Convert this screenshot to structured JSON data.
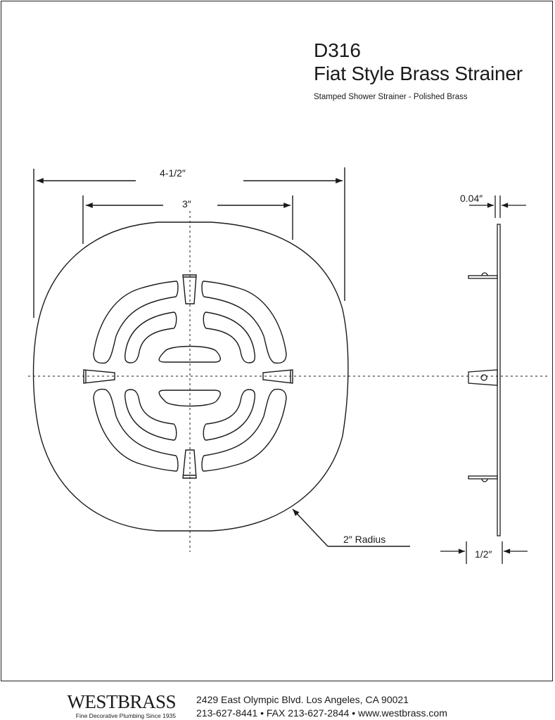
{
  "header": {
    "model": "D316",
    "product_name": "Fiat Style Brass Strainer",
    "subtitle": "Stamped Shower Strainer - Polished Brass"
  },
  "dimensions": {
    "overall_width": "4-1/2″",
    "inner_width": "3″",
    "thickness": "0.04″",
    "depth": "1/2″",
    "corner_radius": "2″ Radius"
  },
  "views": {
    "front": "front-plan-view",
    "side": "side-profile-view"
  },
  "footer": {
    "brand": "WESTBRASS",
    "tagline": "Fine Decorative Plumbing Since 1935",
    "address": "2429 East Olympic Blvd. Los Angeles, CA  90021",
    "contact": "213-627-8441 • FAX 213-627-2844 • www.westbrass.com"
  },
  "colors": {
    "line": "#1a1a1a",
    "background": "#ffffff"
  }
}
